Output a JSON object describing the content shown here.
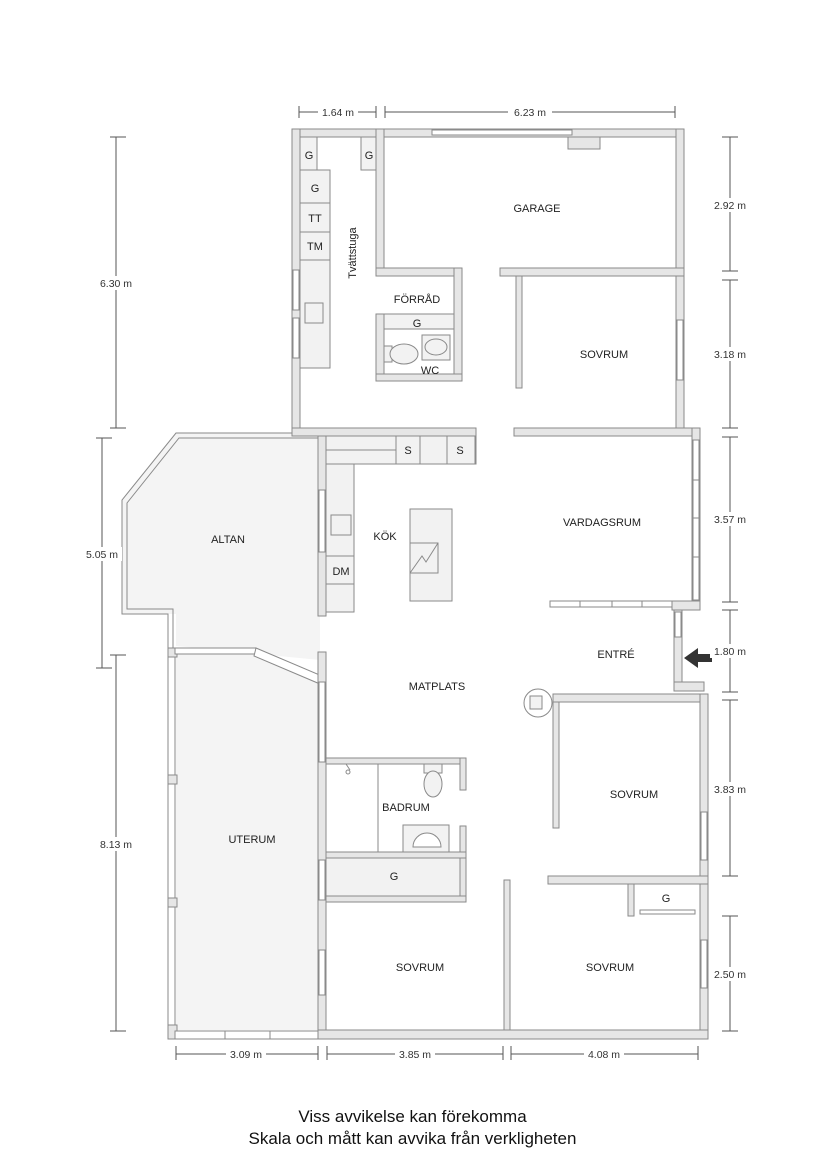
{
  "floorplan": {
    "rooms": {
      "tvattstuga": "Tvättstuga",
      "garage": "GARAGE",
      "forrad": "FÖRRÅD",
      "wc": "WC",
      "sovrum_1": "SOVRUM",
      "kok": "KÖK",
      "altan": "ALTAN",
      "vardagsrum": "VARDAGSRUM",
      "entre": "ENTRÉ",
      "matplats": "MATPLATS",
      "badrum": "BADRUM",
      "sovrum_2": "SOVRUM",
      "uterum": "UTERUM",
      "sovrum_3": "SOVRUM",
      "sovrum_4": "SOVRUM"
    },
    "fixtures": {
      "g_laundry_top_left": "G",
      "g_laundry_top_right": "G",
      "g_laundry_2": "G",
      "tt": "TT",
      "tm": "TM",
      "g_forrad": "G",
      "s_1": "S",
      "s_2": "S",
      "dm": "DM",
      "g_badrum": "G",
      "g_sovrum": "G"
    },
    "dimensions": {
      "top_left": "1.64 m",
      "top_right": "6.23 m",
      "left_1": "6.30 m",
      "left_2": "5.05 m",
      "left_3": "8.13 m",
      "right_1": "2.92 m",
      "right_2": "3.18 m",
      "right_3": "3.57 m",
      "right_4": "1.80 m",
      "right_5": "3.83 m",
      "right_6": "2.50 m",
      "bottom_1": "3.09 m",
      "bottom_2": "3.85 m",
      "bottom_3": "4.08 m"
    },
    "icons": {
      "entrance": "entrance-arrow-icon",
      "stove": "stove-icon",
      "toilet": "toilet-icon",
      "sink": "sink-icon",
      "shower": "shower-icon"
    }
  },
  "footer": {
    "line1": "Viss avvikelse kan förekomma",
    "line2": "Skala och mått kan avvika från verkligheten"
  }
}
